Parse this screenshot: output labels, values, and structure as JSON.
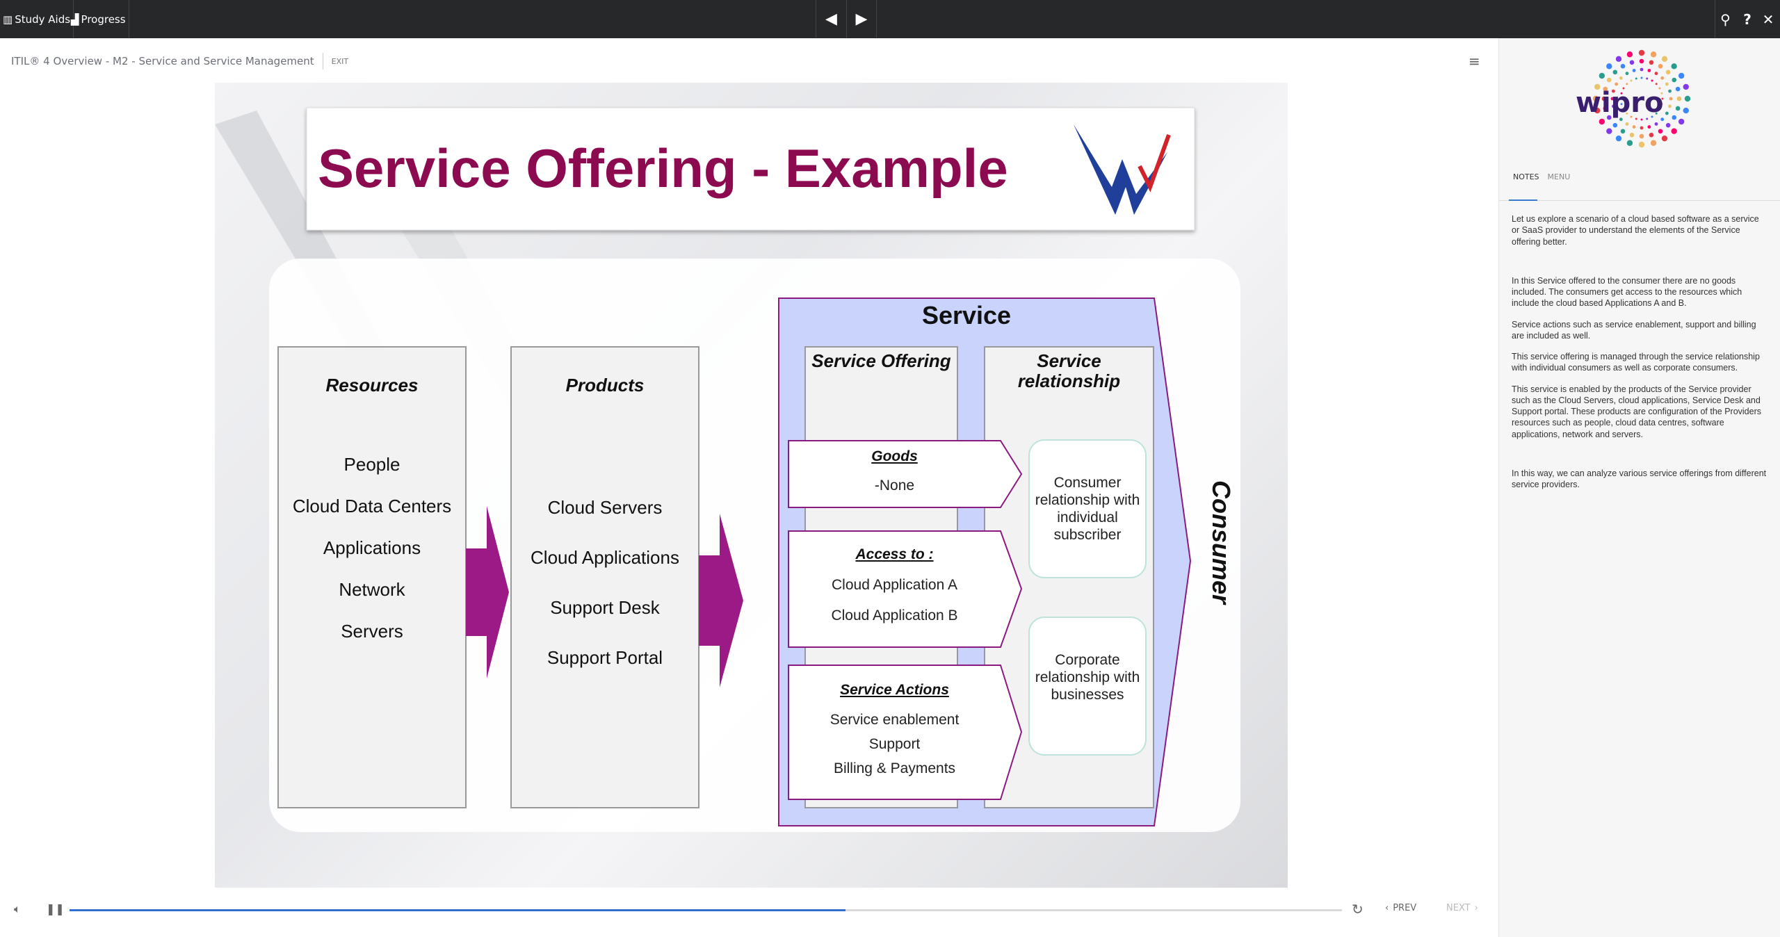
{
  "topbar": {
    "study_aids": "Study Aids",
    "progress": "Progress"
  },
  "breadcrumb": {
    "title": "ITIL® 4 Overview - M2 - Service and Service Management",
    "exit": "EXIT"
  },
  "slide": {
    "title": "Service Offering - Example",
    "resources": {
      "heading": "Resources",
      "items": [
        "People",
        "Cloud Data Centers",
        "Applications",
        "Network",
        "Servers"
      ]
    },
    "products": {
      "heading": "Products",
      "items": [
        "Cloud Servers",
        "Cloud Applications",
        "Support Desk",
        "Support Portal"
      ]
    },
    "service": {
      "heading": "Service",
      "offering_heading": "Service Offering",
      "relationship_heading": "Service relationship",
      "goods": {
        "heading": "Goods",
        "items": [
          "-None"
        ]
      },
      "access": {
        "heading": "Access to :",
        "items": [
          "Cloud Application A",
          "Cloud Application B"
        ]
      },
      "actions": {
        "heading": "Service Actions",
        "items": [
          "Service enablement",
          "Support",
          "Billing & Payments"
        ]
      },
      "relationships": [
        "Consumer relationship with individual subscriber",
        "Corporate relationship with businesses"
      ]
    },
    "consumer": "Consumer"
  },
  "sidebar": {
    "logo_text": "wipro",
    "tabs": [
      "NOTES",
      "MENU"
    ],
    "notes": [
      "Let us explore a scenario of a cloud based software as a service or SaaS provider to understand the elements of the Service offering better.",
      "In this Service offered to the consumer there are no goods included. The consumers get access to the resources which include the cloud based Applications A and B.",
      "Service actions such as service enablement, support and billing are included as well.",
      "This service offering is managed through the service relationship with individual consumers as well as corporate consumers.",
      "This service is enabled by the products of the Service provider such as the Cloud Servers, cloud applications, Service Desk and Support portal. These products are configuration of the Providers resources such as people, cloud data centres, software applications, network and servers.",
      "In this way, we can analyze various service offerings from different service providers."
    ]
  },
  "player": {
    "progress": 0.61,
    "prev": "PREV",
    "next": "NEXT"
  },
  "colors": {
    "title": "#8b0a50",
    "arrow": "#9b1a85",
    "service_fill": "#c9d3fb",
    "service_border": "#8b1a80"
  }
}
